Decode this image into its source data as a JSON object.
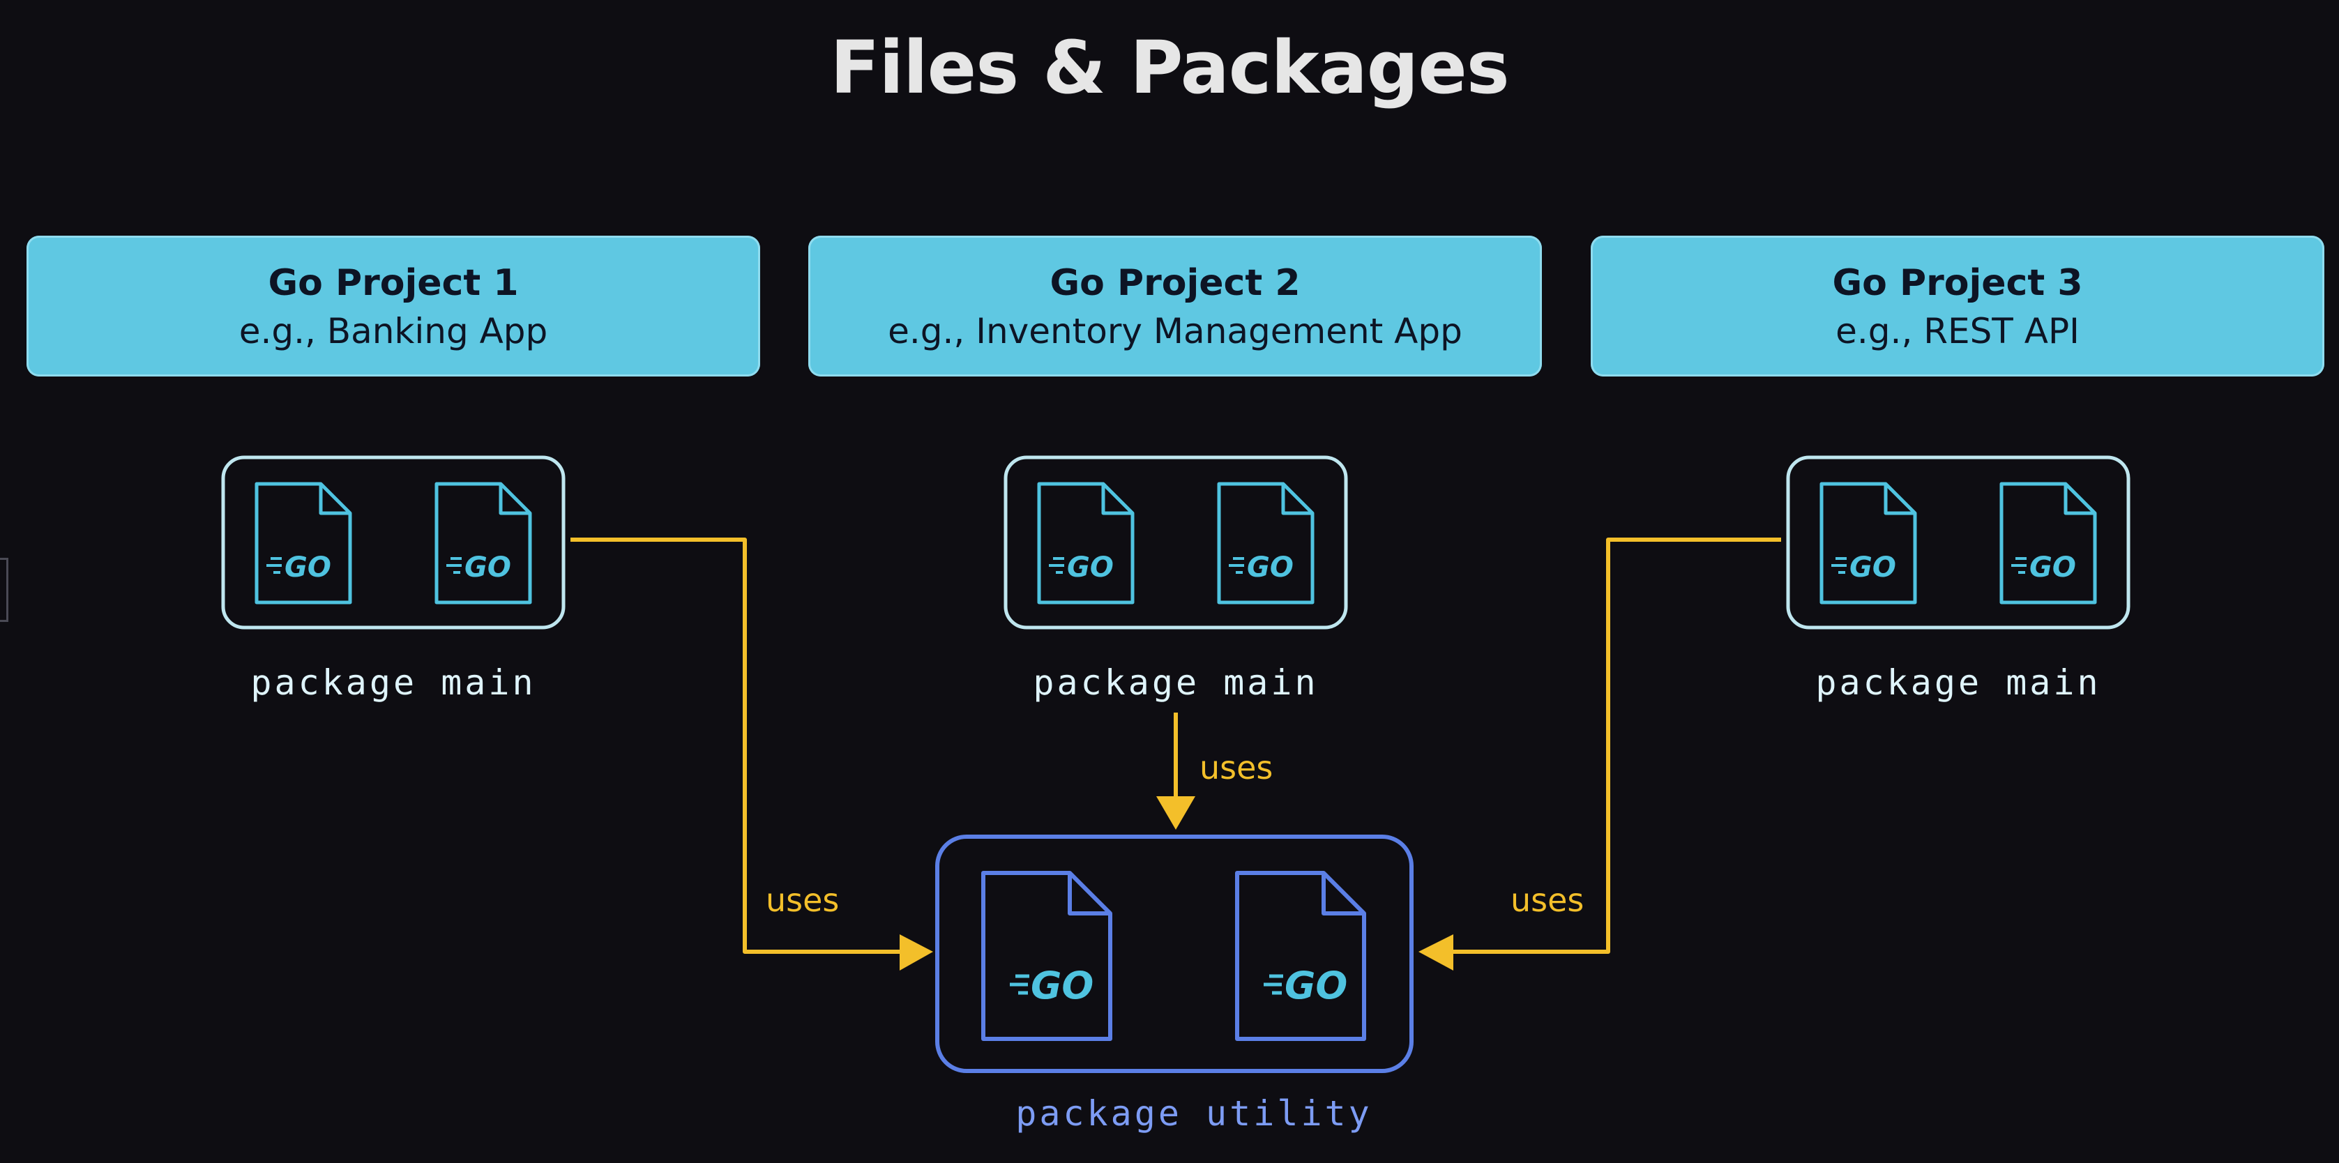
{
  "title": "Files & Packages",
  "projects": [
    {
      "name": "Go Project 1",
      "description": "e.g., Banking App"
    },
    {
      "name": "Go Project 2",
      "description": "e.g., Inventory Management App"
    },
    {
      "name": "Go Project 3",
      "description": "e.g., REST API"
    }
  ],
  "main_packages": [
    {
      "label": "package main"
    },
    {
      "label": "package main"
    },
    {
      "label": "package main"
    }
  ],
  "utility_package": {
    "label": "package utility"
  },
  "relations": [
    {
      "label": "uses"
    },
    {
      "label": "uses"
    },
    {
      "label": "uses"
    }
  ],
  "file_icon_text": "GO",
  "colors": {
    "background": "#0e0d12",
    "project_box": "#5fc8e2",
    "main_package_border": "#bfe6ef",
    "utility_package_border": "#5b7fe6",
    "arrow": "#f3bf2a",
    "go_icon": "#4fc3e0"
  }
}
